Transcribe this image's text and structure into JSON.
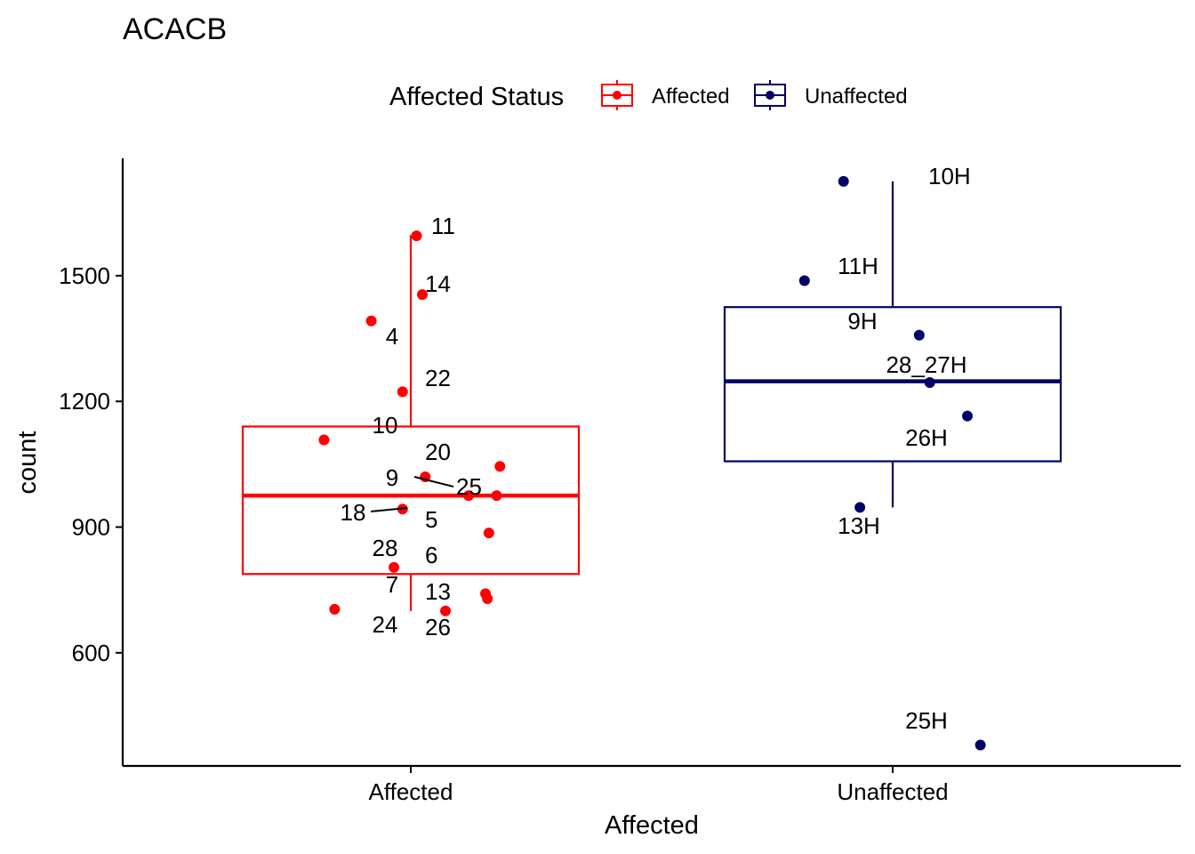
{
  "chart_data": {
    "type": "boxplot",
    "title": "ACACB",
    "xlabel": "Affected",
    "ylabel": "count",
    "ylim": [
      330,
      1780
    ],
    "yticks": [
      600,
      900,
      1200,
      1500
    ],
    "categories": [
      "Affected",
      "Unaffected"
    ],
    "legend": {
      "title": "Affected Status",
      "position": "top",
      "entries": [
        "Affected",
        "Unaffected"
      ]
    },
    "grid": false,
    "colors": {
      "Affected": "#ff0000",
      "Unaffected": "#000066"
    },
    "boxes": [
      {
        "name": "Affected",
        "whisker_low": 700,
        "q1": 788,
        "median": 975,
        "q3": 1140,
        "whisker_high": 1597
      },
      {
        "name": "Unaffected",
        "whisker_low": 947,
        "q1": 1057,
        "median": 1248,
        "q3": 1425,
        "whisker_high": 1725
      }
    ],
    "points": [
      {
        "group": "Affected",
        "label": "11",
        "y": 1595,
        "jitter": 0.012
      },
      {
        "group": "Affected",
        "label": "14",
        "y": 1455,
        "jitter": 0.024
      },
      {
        "group": "Affected",
        "label": "4",
        "y": 1392,
        "jitter": -0.082
      },
      {
        "group": "Affected",
        "label": "22",
        "y": 1223,
        "jitter": -0.017
      },
      {
        "group": "Affected",
        "label": "10",
        "y": 1108,
        "jitter": -0.18
      },
      {
        "group": "Affected",
        "label": "20",
        "y": 1020,
        "jitter": 0.03
      },
      {
        "group": "Affected",
        "label": "9",
        "y": 1045,
        "jitter": 0.185
      },
      {
        "group": "Affected",
        "label": "25",
        "y": 975,
        "jitter": 0.12
      },
      {
        "group": "Affected",
        "label": "18",
        "y": 943,
        "jitter": -0.017
      },
      {
        "group": "Affected",
        "label": "5",
        "y": 975,
        "jitter": 0.178
      },
      {
        "group": "Affected",
        "label": "6",
        "y": 886,
        "jitter": 0.162
      },
      {
        "group": "Affected",
        "label": "28",
        "y": 804,
        "jitter": -0.035
      },
      {
        "group": "Affected",
        "label": "13",
        "y": 741,
        "jitter": 0.155
      },
      {
        "group": "Affected",
        "label": "7",
        "y": 729,
        "jitter": 0.159
      },
      {
        "group": "Affected",
        "label": "24",
        "y": 704,
        "jitter": -0.158
      },
      {
        "group": "Affected",
        "label": "26",
        "y": 700,
        "jitter": 0.072
      },
      {
        "group": "Unaffected",
        "label": "10H",
        "y": 1725,
        "jitter": -0.102
      },
      {
        "group": "Unaffected",
        "label": "11H",
        "y": 1488,
        "jitter": -0.183
      },
      {
        "group": "Unaffected",
        "label": "9H",
        "y": 1358,
        "jitter": 0.055
      },
      {
        "group": "Unaffected",
        "label": "28_27H",
        "y": 1245,
        "jitter": 0.077
      },
      {
        "group": "Unaffected",
        "label": "26H",
        "y": 1165,
        "jitter": 0.155
      },
      {
        "group": "Unaffected",
        "label": "13H",
        "y": 947,
        "jitter": -0.068
      },
      {
        "group": "Unaffected",
        "label": "25H",
        "y": 380,
        "jitter": 0.182
      }
    ]
  }
}
